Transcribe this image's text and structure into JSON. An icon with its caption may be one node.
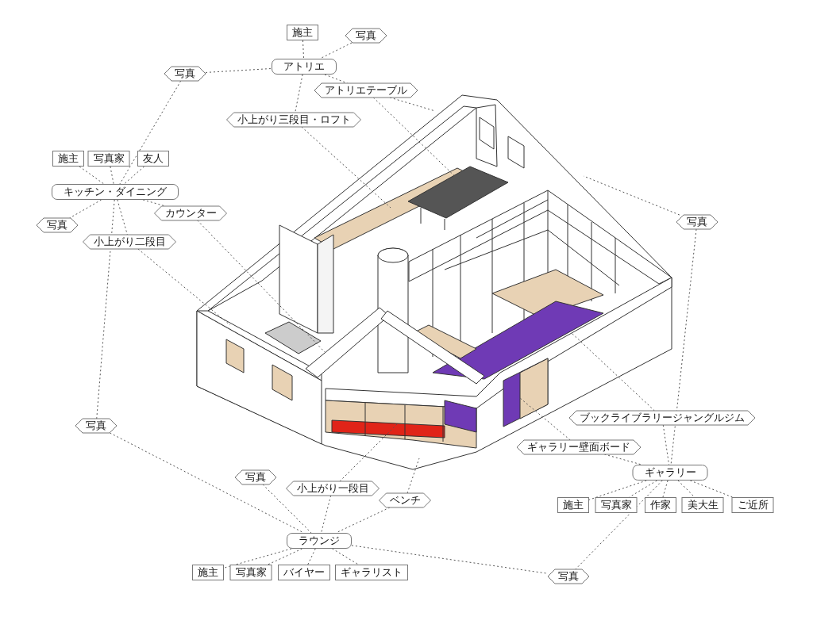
{
  "diagram": {
    "nodes": [
      {
        "text": [
          "施主"
        ]
      },
      {
        "text": [
          "写真"
        ]
      },
      {
        "text": [
          "アトリエ"
        ]
      },
      {
        "text": [
          "写真"
        ]
      },
      {
        "text": [
          "アトリエテーブル"
        ]
      },
      {
        "text": [
          "小上がり三段目・ロフト"
        ]
      },
      {
        "text": [
          "施主"
        ]
      },
      {
        "text": [
          "写真家"
        ]
      },
      {
        "text": [
          "友人"
        ]
      },
      {
        "text": [
          "キッチン・ダイニング"
        ]
      },
      {
        "text": [
          "写真"
        ]
      },
      {
        "text": [
          "カウンター"
        ]
      },
      {
        "text": [
          "小上がり二段目"
        ]
      },
      {
        "text": [
          "写真"
        ]
      },
      {
        "text": [
          "写真"
        ]
      },
      {
        "text": [
          "ブックライブラリージャングルジム"
        ]
      },
      {
        "text": [
          "ギャラリー壁面ボード"
        ]
      },
      {
        "text": [
          "ギャラリー"
        ]
      },
      {
        "text": [
          "施主"
        ]
      },
      {
        "text": [
          "写真家"
        ]
      },
      {
        "text": [
          "作家"
        ]
      },
      {
        "text": [
          "美大生"
        ]
      },
      {
        "text": [
          "ご近所"
        ]
      },
      {
        "text": [
          "写真"
        ]
      },
      {
        "text": [
          "小上がり一段目"
        ]
      },
      {
        "text": [
          "ベンチ"
        ]
      },
      {
        "text": [
          "ラウンジ"
        ]
      },
      {
        "text": [
          "施主"
        ]
      },
      {
        "text": [
          "写真家"
        ]
      },
      {
        "text": [
          "バイヤー"
        ]
      },
      {
        "text": [
          "ギャラリスト"
        ]
      },
      {
        "text": [
          "写真"
        ]
      },
      {
        "text": [],
        "shape": "picture"
      }
    ],
    "edges": [
      {
        "from": 0,
        "to": 2,
        "arrow": "none"
      },
      {
        "from": 1,
        "to": 2,
        "arrow": "none"
      },
      {
        "from": 3,
        "to": 2,
        "arrow": "none"
      },
      {
        "from": 2,
        "to": 4,
        "arrow": "none"
      },
      {
        "from": 2,
        "to": 5,
        "arrow": "none"
      },
      {
        "from": 4,
        "to": 32,
        "arrow": "none"
      },
      {
        "from": 4,
        "to": 32,
        "arrow": "none"
      },
      {
        "from": 5,
        "to": 32,
        "arrow": "none"
      },
      {
        "from": 3,
        "to": 9,
        "arrow": "none"
      },
      {
        "from": 6,
        "to": 9,
        "arrow": "none"
      },
      {
        "from": 7,
        "to": 9,
        "arrow": "none"
      },
      {
        "from": 8,
        "to": 9,
        "arrow": "none"
      },
      {
        "from": 9,
        "to": 10,
        "arrow": "none"
      },
      {
        "from": 9,
        "to": 11,
        "arrow": "none"
      },
      {
        "from": 9,
        "to": 12,
        "arrow": "none"
      },
      {
        "from": 9,
        "to": 14,
        "arrow": "none"
      },
      {
        "from": 11,
        "to": 32,
        "arrow": "none"
      },
      {
        "from": 12,
        "to": 32,
        "arrow": "none"
      },
      {
        "from": 13,
        "to": 32,
        "arrow": "none"
      },
      {
        "from": 13,
        "to": 17,
        "arrow": "none"
      },
      {
        "from": 14,
        "to": 26,
        "arrow": "none"
      },
      {
        "from": 15,
        "to": 32,
        "arrow": "none"
      },
      {
        "from": 15,
        "to": 17,
        "arrow": "none"
      },
      {
        "from": 16,
        "to": 32,
        "arrow": "none"
      },
      {
        "from": 16,
        "to": 17,
        "arrow": "none"
      },
      {
        "from": 17,
        "to": 18,
        "arrow": "none"
      },
      {
        "from": 17,
        "to": 19,
        "arrow": "none"
      },
      {
        "from": 17,
        "to": 20,
        "arrow": "none"
      },
      {
        "from": 17,
        "to": 21,
        "arrow": "none"
      },
      {
        "from": 17,
        "to": 22,
        "arrow": "none"
      },
      {
        "from": 17,
        "to": 31,
        "arrow": "none"
      },
      {
        "from": 23,
        "to": 26,
        "arrow": "none"
      },
      {
        "from": 24,
        "to": 26,
        "arrow": "none"
      },
      {
        "from": 25,
        "to": 26,
        "arrow": "none"
      },
      {
        "from": 24,
        "to": 32,
        "arrow": "none"
      },
      {
        "from": 25,
        "to": 32,
        "arrow": "none"
      },
      {
        "from": 26,
        "to": 27,
        "arrow": "none"
      },
      {
        "from": 26,
        "to": 28,
        "arrow": "none"
      },
      {
        "from": 26,
        "to": 29,
        "arrow": "none"
      },
      {
        "from": 26,
        "to": 30,
        "arrow": "none"
      },
      {
        "from": 26,
        "to": 31,
        "arrow": "none"
      }
    ]
  }
}
